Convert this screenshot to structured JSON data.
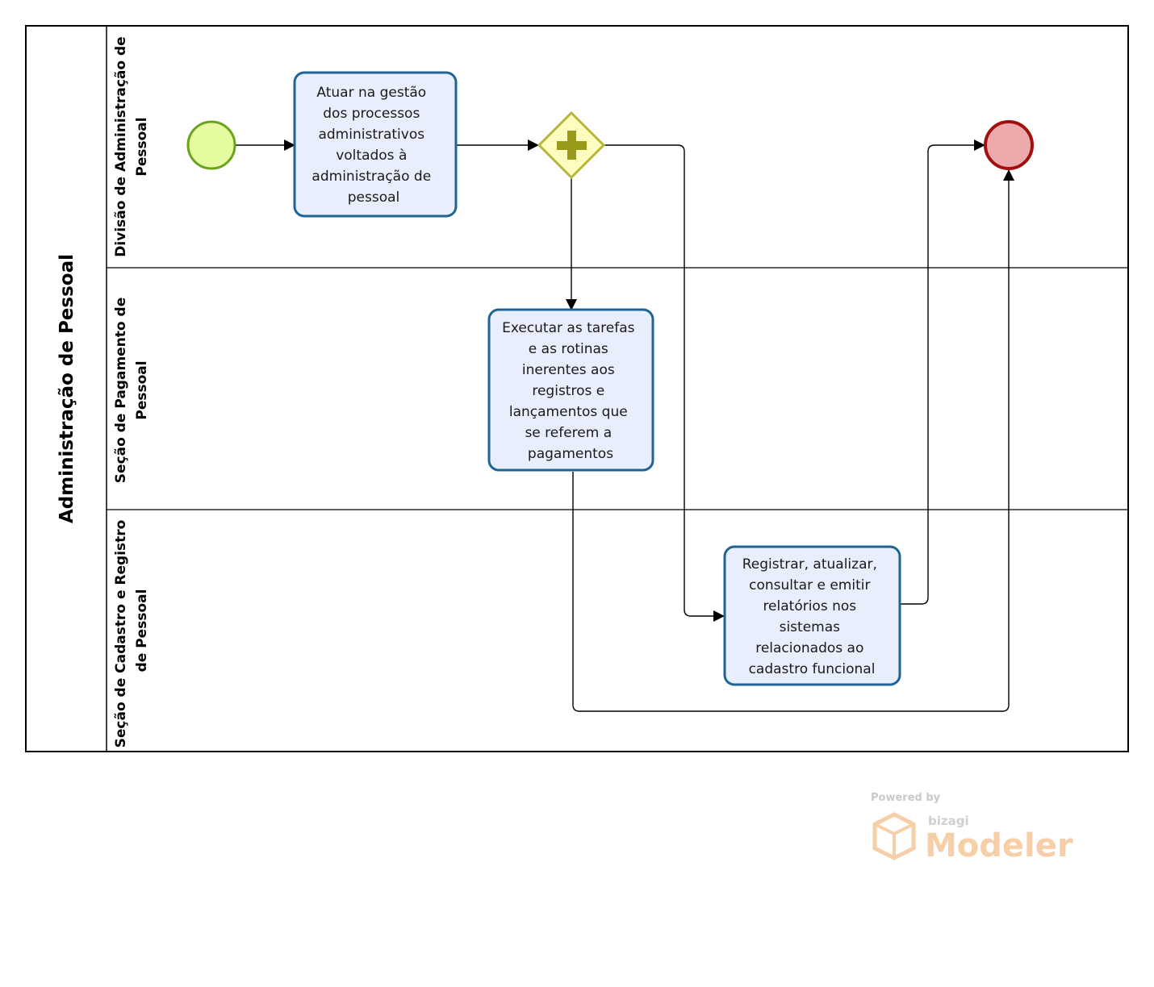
{
  "pool": {
    "title": "Administração de Pessoal"
  },
  "lanes": [
    {
      "title_line1": "Divisão de Administração de",
      "title_line2": "Pessoal"
    },
    {
      "title_line1": "Seção de Pagamento de",
      "title_line2": "Pessoal"
    },
    {
      "title_line1": "Seção de Cadastro e Registro",
      "title_line2": "de Pessoal"
    }
  ],
  "tasks": {
    "task1": [
      "Atuar na gestão",
      "dos processos",
      "administrativos",
      "voltados à",
      "administração de",
      "pessoal"
    ],
    "task2": [
      "Executar as tarefas",
      "e as rotinas",
      "inerentes aos",
      "registros e",
      "lançamentos  que",
      "se referem a",
      "pagamentos"
    ],
    "task3": [
      "Registrar, atualizar,",
      "consultar e emitir",
      "relatórios nos",
      "sistemas",
      "relacionados ao",
      "cadastro funcional"
    ]
  },
  "colors": {
    "start_fill": "#e6fca0",
    "start_stroke": "#6aa41e",
    "end_fill": "#eeaaaa",
    "end_stroke": "#a01010",
    "gateway_fill": "#fdfdc0",
    "gateway_stroke": "#b8b63a",
    "gateway_plus": "#9a9a1a",
    "task_fill": "#e8eefb",
    "task_stroke": "#1f6494"
  },
  "watermark": {
    "powered_by": "Powered by",
    "vendor": "bizagi",
    "product": "Modeler"
  }
}
